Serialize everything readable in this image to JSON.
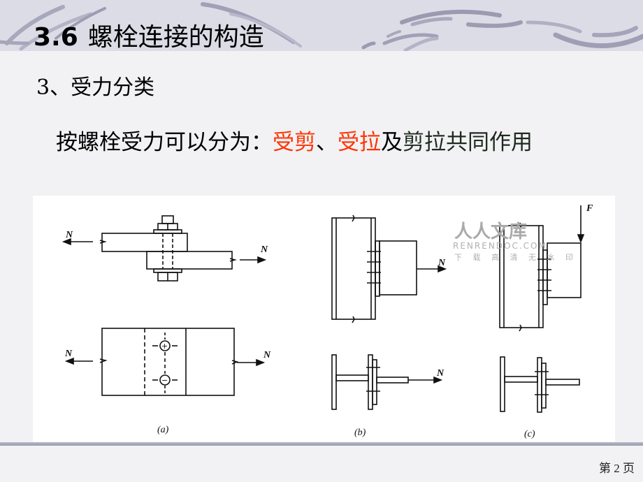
{
  "slide": {
    "title_number": "3.6",
    "title_text": "螺栓连接的构造",
    "subtitle": "3、受力分类",
    "body": {
      "prefix": "按螺栓受力可以分为：",
      "term1": "受剪",
      "sep": "、",
      "term2": "受拉",
      "suffix_connector": "及",
      "term3": "剪拉共同作用"
    },
    "page_label": "第 2 页",
    "colors": {
      "highlight": "#ff3300",
      "header_band": "#dcdce6",
      "background": "#f2f2f4"
    }
  },
  "figure": {
    "subfigures": [
      {
        "id": "a",
        "caption": "(a)",
        "description": "shear-bolted lap joint, elevation and plan",
        "force_labels": [
          "N",
          "N",
          "N",
          "N"
        ]
      },
      {
        "id": "b",
        "caption": "(b)",
        "description": "tension-bolted bracket connection",
        "force_labels": [
          "N",
          "N"
        ]
      },
      {
        "id": "c",
        "caption": "(c)",
        "description": "combined shear-tension bracket connection",
        "force_labels": [
          "F"
        ]
      }
    ],
    "symbols": {
      "plus": "+",
      "minus": "−"
    }
  },
  "watermark": {
    "main": "人人文库",
    "domain": "RENRENDOC.COM",
    "tagline": "下 载 高 清 无 水 印"
  }
}
